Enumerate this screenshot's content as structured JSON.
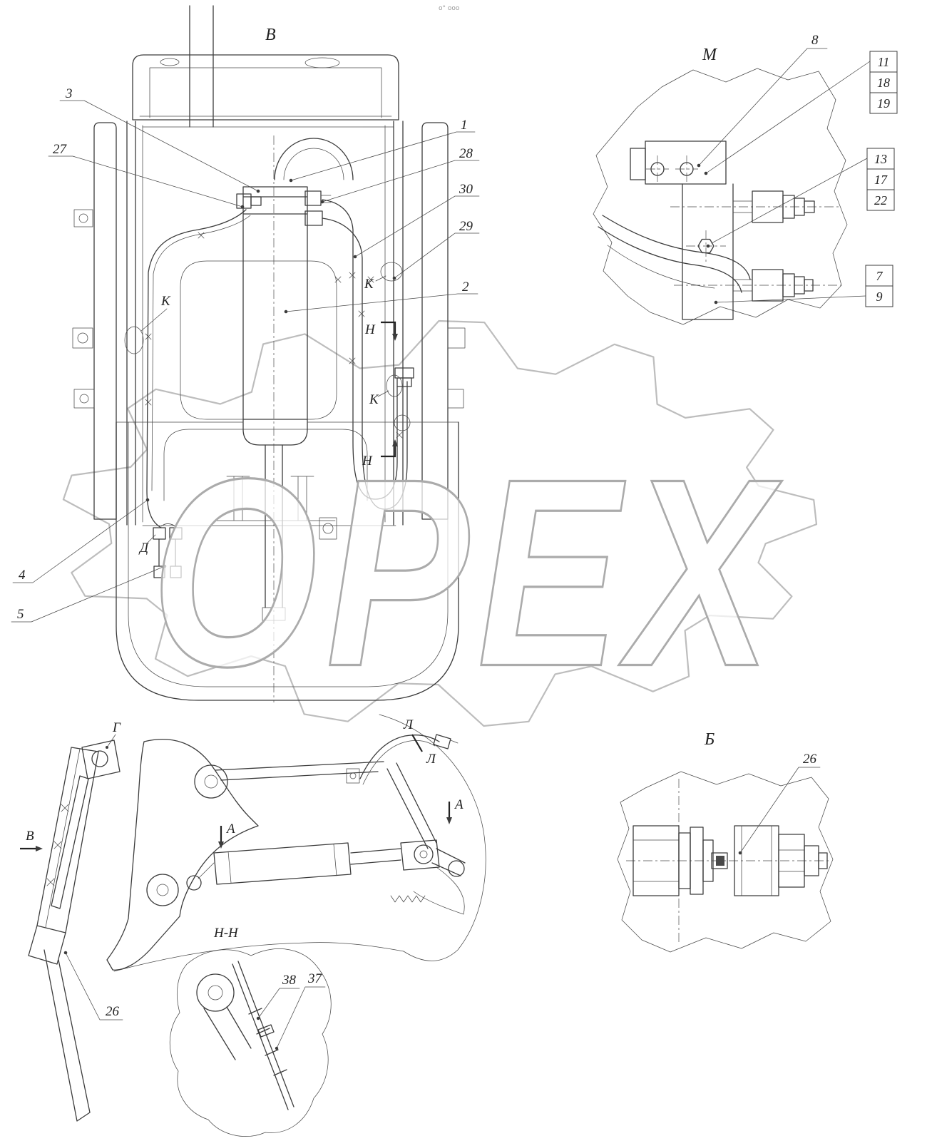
{
  "watermark": "ОРЕХ",
  "top_marks": "о° ооо",
  "main_view": {
    "title": "В",
    "callout_3": "3",
    "callout_27": "27",
    "callout_1": "1",
    "callout_28": "28",
    "callout_30": "30",
    "callout_29": "29",
    "callout_2": "2",
    "callout_4": "4",
    "callout_5": "5",
    "zone_k": "К",
    "section_n": "Н",
    "zone_d": "Д"
  },
  "detail_m": {
    "title": "М",
    "callout_8": "8",
    "box_11": "11",
    "box_18": "18",
    "box_19": "19",
    "box_13": "13",
    "box_17": "17",
    "box_22": "22",
    "box_7": "7",
    "box_9": "9"
  },
  "side_view": {
    "zone_g": "Г",
    "view_v": "В",
    "section_a": "А",
    "zone_l": "Л",
    "callout_26": "26",
    "section_nn": "Н-Н",
    "callout_38": "38",
    "callout_37": "37"
  },
  "detail_b": {
    "title": "Б",
    "callout_26": "26"
  }
}
